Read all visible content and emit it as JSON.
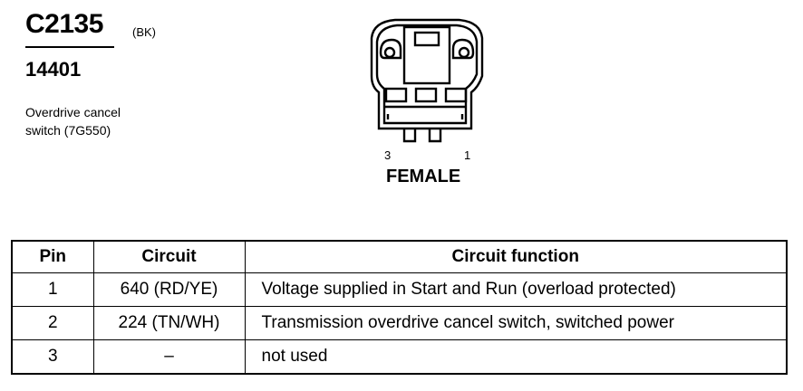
{
  "connector": {
    "id": "C2135",
    "color": "(BK)",
    "part_number": "14401",
    "description_line1": "Overdrive cancel",
    "description_line2": "switch (7G550)",
    "pin_label_left": "3",
    "pin_label_right": "1",
    "gender": "FEMALE"
  },
  "table": {
    "headers": [
      "Pin",
      "Circuit",
      "Circuit function"
    ],
    "rows": [
      {
        "pin": "1",
        "circuit": "640 (RD/YE)",
        "function": "Voltage supplied in Start and Run (overload protected)"
      },
      {
        "pin": "2",
        "circuit": "224 (TN/WH)",
        "function": "Transmission overdrive cancel switch, switched power"
      },
      {
        "pin": "3",
        "circuit": "–",
        "function": "not used"
      }
    ]
  }
}
